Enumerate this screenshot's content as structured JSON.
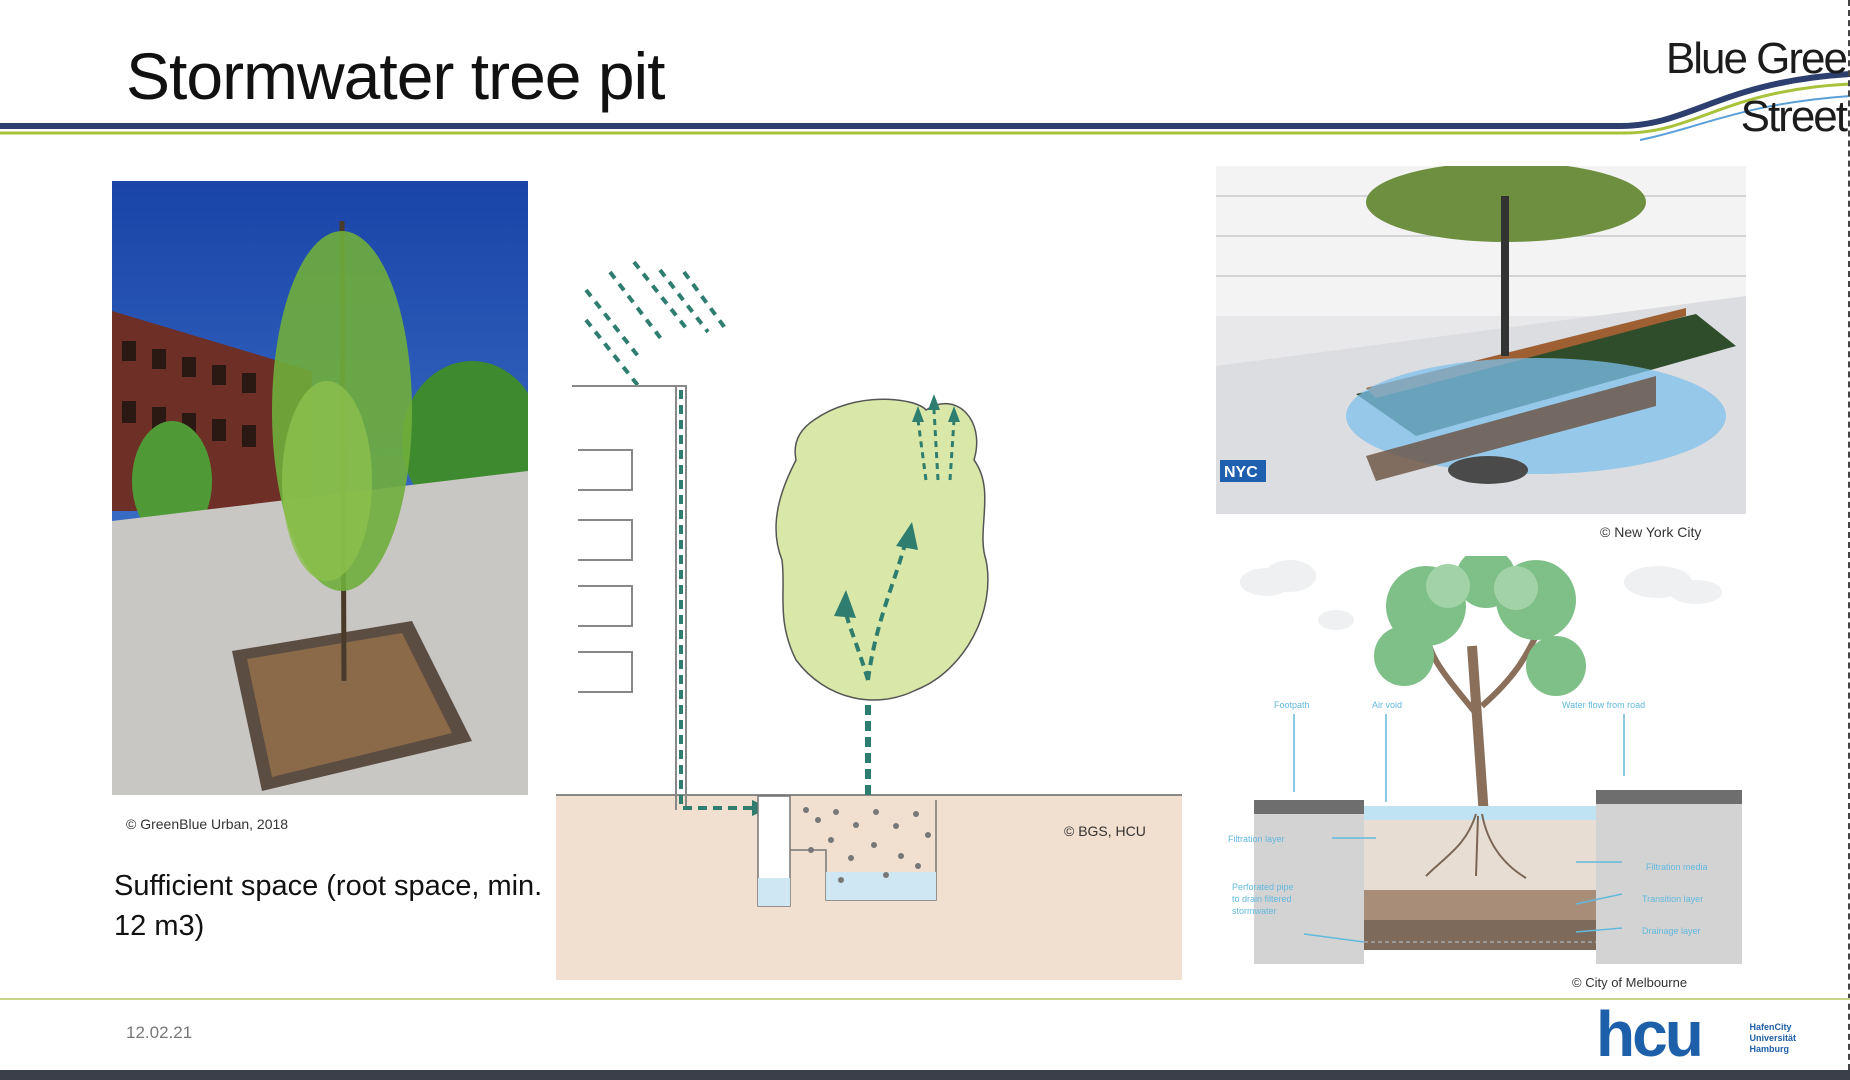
{
  "slide": {
    "title": "Stormwater tree pit",
    "date": "12.02.21"
  },
  "branding": {
    "project_line1": "Blue Gree",
    "project_line2": "Street",
    "university_logo": "hcu",
    "university_name_lines": [
      "HafenCity",
      "Universität",
      "Hamburg"
    ]
  },
  "photo_left": {
    "credit": "© GreenBlue Urban, 2018"
  },
  "body_text": "Sufficient space (root space, min. 12 m3)",
  "diagram_center": {
    "credit": "© BGS, HCU"
  },
  "render_top_right": {
    "credit": "© New York City",
    "logo_text": "NYC"
  },
  "diagram_bottom_right": {
    "credit": "© City of Melbourne",
    "labels": {
      "footpath": "Footpath",
      "air_void": "Air void",
      "water_flow": "Water flow from road",
      "filtration_layer": "Filtration layer",
      "filtration_media": "Filtration media",
      "perforated_pipe": [
        "Perforated pipe",
        "to drain filtered",
        "stormwater"
      ],
      "transition_layer": "Transition layer",
      "drainage_layer": "Drainage layer"
    }
  },
  "colors": {
    "header_navy": "#2d3f6e",
    "header_green": "#a8c23a",
    "arrow_teal": "#2e7d6e",
    "canopy": "#d9e7a8",
    "soil": "#f1dfcf",
    "water_blue": "#5fb3e0"
  }
}
